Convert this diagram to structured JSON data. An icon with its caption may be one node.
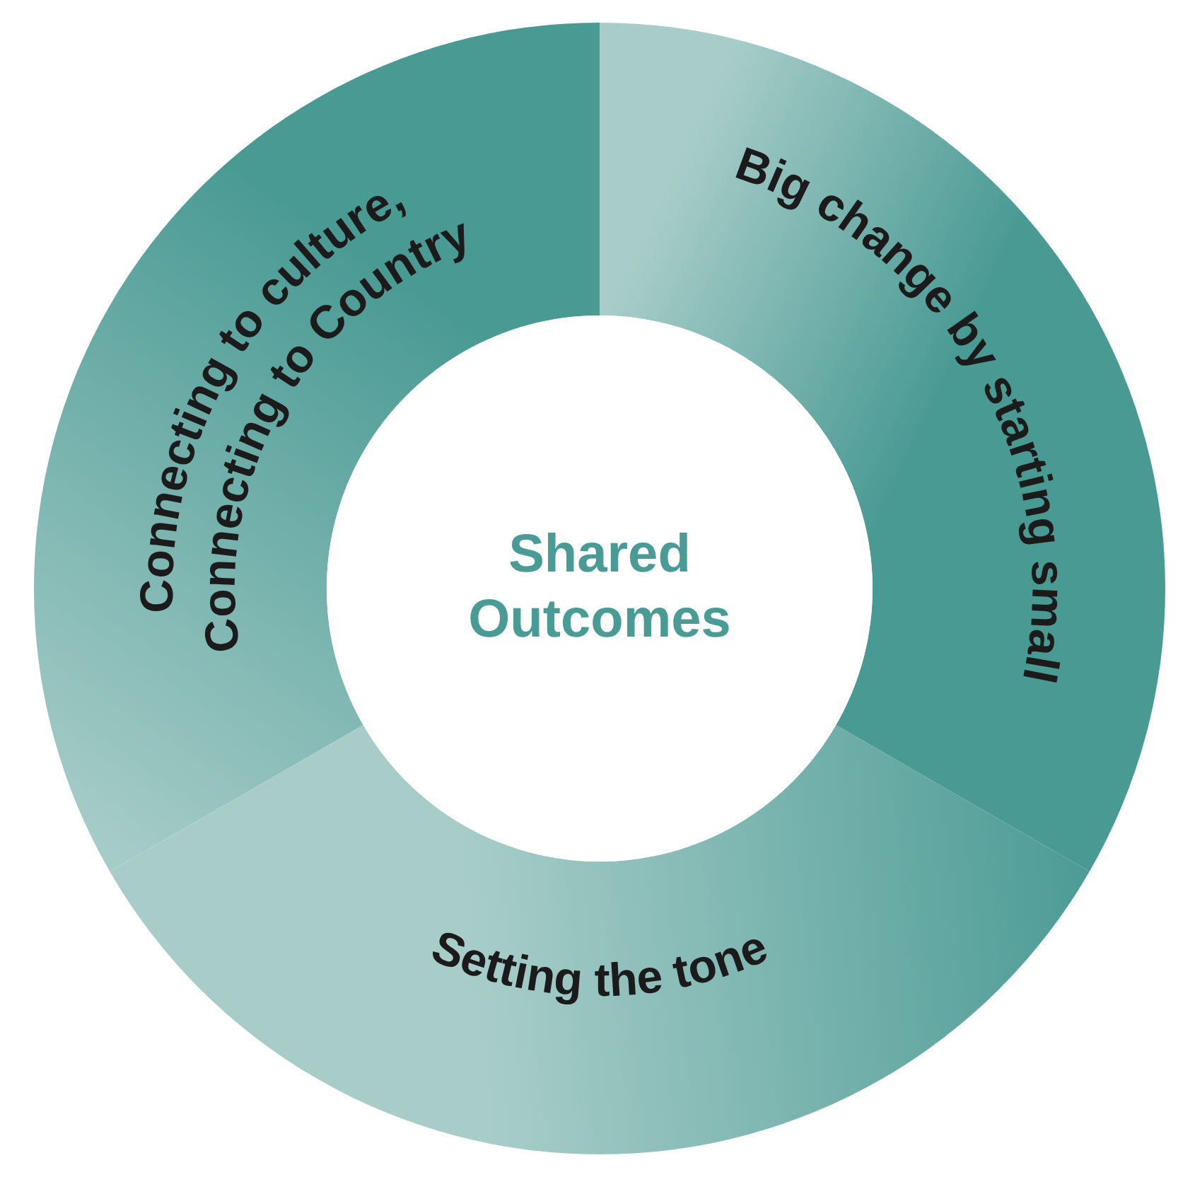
{
  "diagram": {
    "nodes": [
      {
        "text": [
          "Connecting to culture, Connecting to Country"
        ]
      },
      {
        "text": [
          "Big change by starting small"
        ]
      },
      {
        "text": [
          "Setting the tone"
        ]
      },
      {
        "text": [
          "Shared Outcomes"
        ]
      }
    ]
  }
}
